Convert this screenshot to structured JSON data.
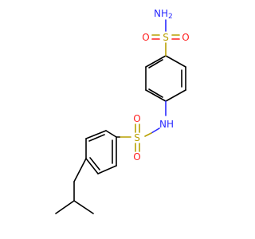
{
  "molecule": {
    "atoms": {
      "nh2": {
        "symbol": "NH",
        "subscript": "2",
        "color": "#2a2aff"
      },
      "s_top": {
        "symbol": "S",
        "color": "#b8a000"
      },
      "o_top_left": {
        "symbol": "O",
        "color": "#ff2020"
      },
      "o_top_right": {
        "symbol": "O",
        "color": "#ff2020"
      },
      "nh": {
        "symbol": "NH",
        "color": "#2a2aff"
      },
      "s_mid": {
        "symbol": "S",
        "color": "#b8a000"
      },
      "o_mid_top": {
        "symbol": "O",
        "color": "#ff2020"
      },
      "o_mid_bottom": {
        "symbol": "O",
        "color": "#ff2020"
      }
    }
  }
}
